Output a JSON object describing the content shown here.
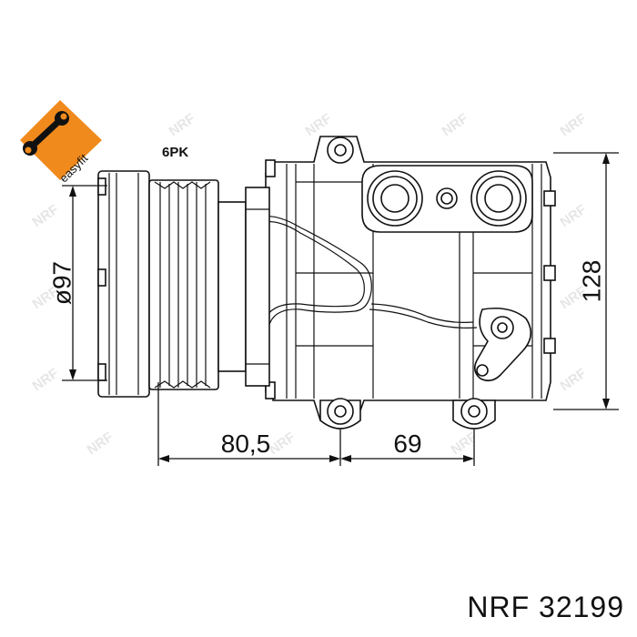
{
  "diagram": {
    "belt_type_label": "6PK",
    "dimensions": {
      "pulley_diameter": "ø97",
      "height": "128",
      "pulley_to_mount": "80,5",
      "mount_spacing": "69"
    },
    "watermark_text": "NRF"
  },
  "badge": {
    "text": "easyfit",
    "color": "#f08a1c",
    "icon": "wrench-icon"
  },
  "product": {
    "part_number": "NRF 32199"
  }
}
